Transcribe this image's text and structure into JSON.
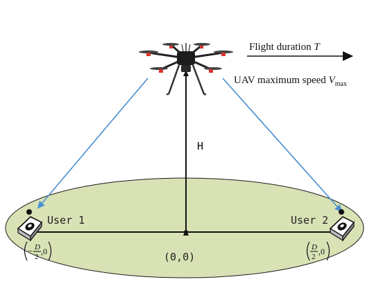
{
  "diagram": {
    "flight_duration": {
      "text": "Flight duration ",
      "var": "T"
    },
    "max_speed": {
      "text": "UAV maximum speed ",
      "var": "V",
      "sub": "max"
    },
    "height_label": "H",
    "user1_label": "User 1",
    "user2_label": "User 2",
    "origin_label": "(0,0)",
    "user1_coord": {
      "sign": "−",
      "num": "D",
      "den": "2",
      "tail": ",0"
    },
    "user2_coord": {
      "num": "D",
      "den": "2",
      "tail": ",0"
    },
    "colors": {
      "ellipse_fill": "#d8e2b5",
      "ellipse_stroke": "#1a1a1a",
      "link_arrow": "#4a8fd0",
      "black": "#111111",
      "drone_red": "#d9342b"
    },
    "icons": [
      "uav-drone-icon",
      "ground-user-device-icon"
    ]
  }
}
